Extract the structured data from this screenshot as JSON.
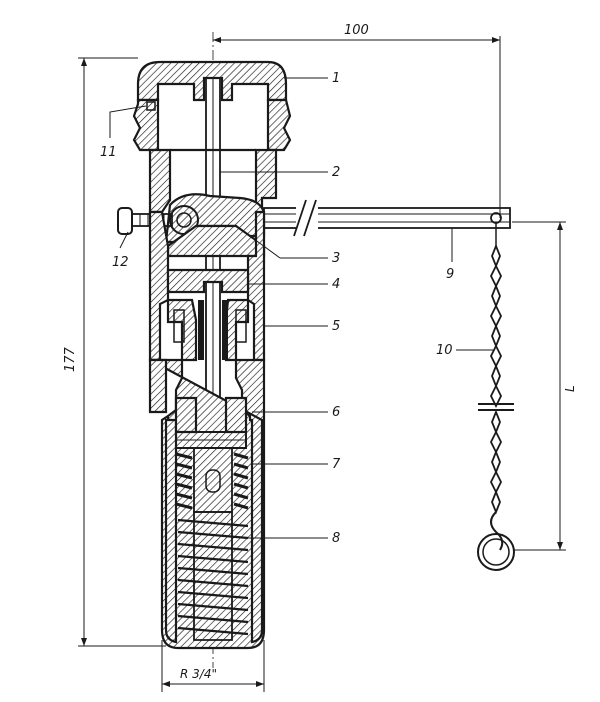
{
  "dimensions": {
    "width_label": "100",
    "height_label": "177",
    "thread_label": "R 3/4\"",
    "length_label": "L"
  },
  "callouts": [
    "1",
    "2",
    "3",
    "4",
    "5",
    "6",
    "7",
    "8",
    "9",
    "10",
    "11",
    "12"
  ],
  "colors": {
    "ink": "#1a1a1a",
    "paper": "#ffffff"
  }
}
